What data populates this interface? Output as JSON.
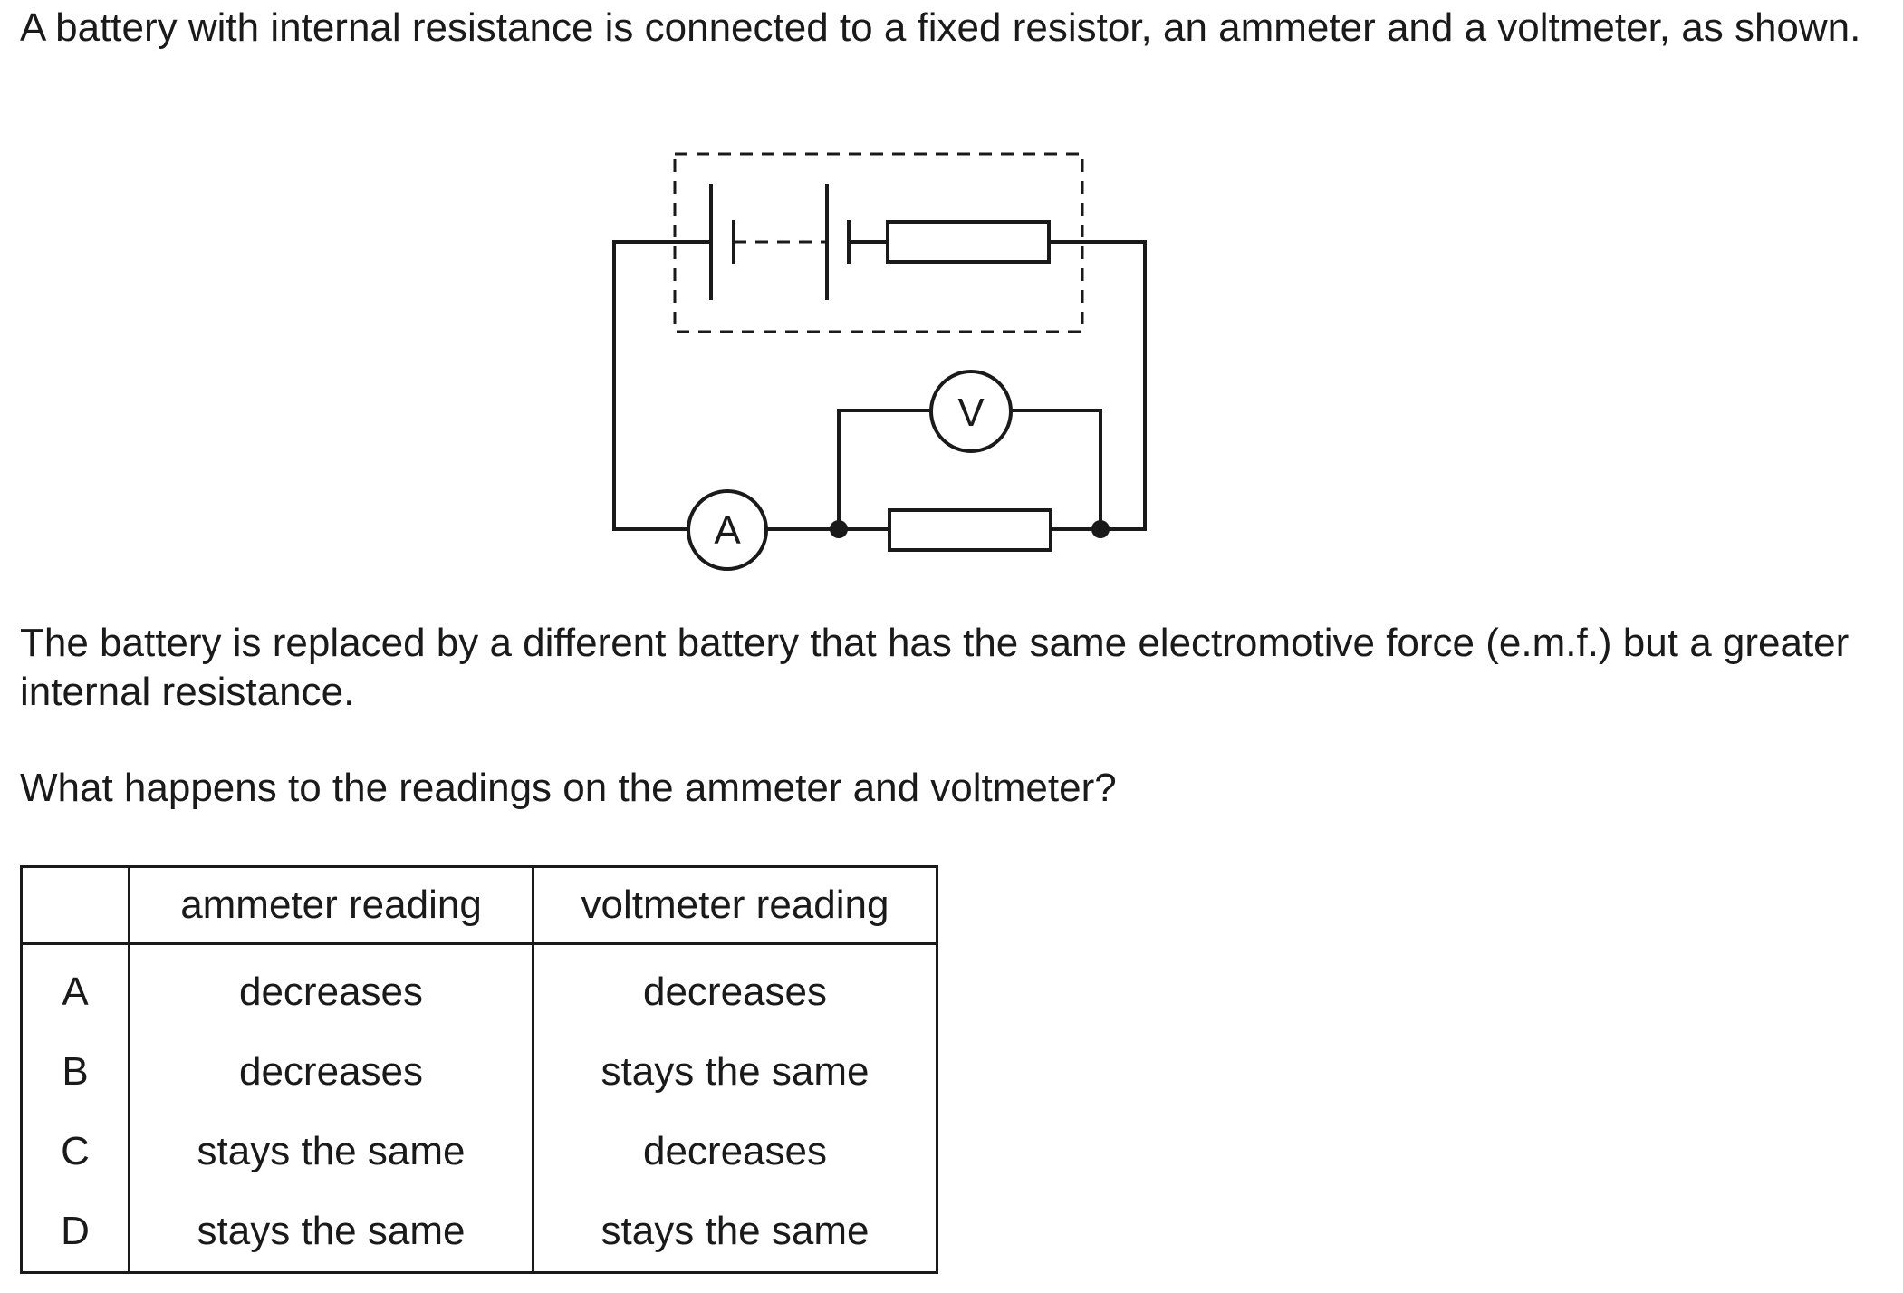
{
  "question": {
    "intro": "A battery with internal resistance is connected to a fixed resistor, an ammeter and a voltmeter, as shown.",
    "change": "The battery is replaced by a different battery that has the same electromotive force (e.m.f.) but a greater internal resistance.",
    "prompt": "What happens to the readings on the ammeter and voltmeter?"
  },
  "diagram": {
    "ammeter_symbol": "A",
    "voltmeter_symbol": "V"
  },
  "table": {
    "headers": [
      "",
      "ammeter reading",
      "voltmeter reading"
    ],
    "rows": [
      {
        "option": "A",
        "ammeter": "decreases",
        "voltmeter": "decreases"
      },
      {
        "option": "B",
        "ammeter": "decreases",
        "voltmeter": "stays the same"
      },
      {
        "option": "C",
        "ammeter": "stays the same",
        "voltmeter": "decreases"
      },
      {
        "option": "D",
        "ammeter": "stays the same",
        "voltmeter": "stays the same"
      }
    ]
  }
}
